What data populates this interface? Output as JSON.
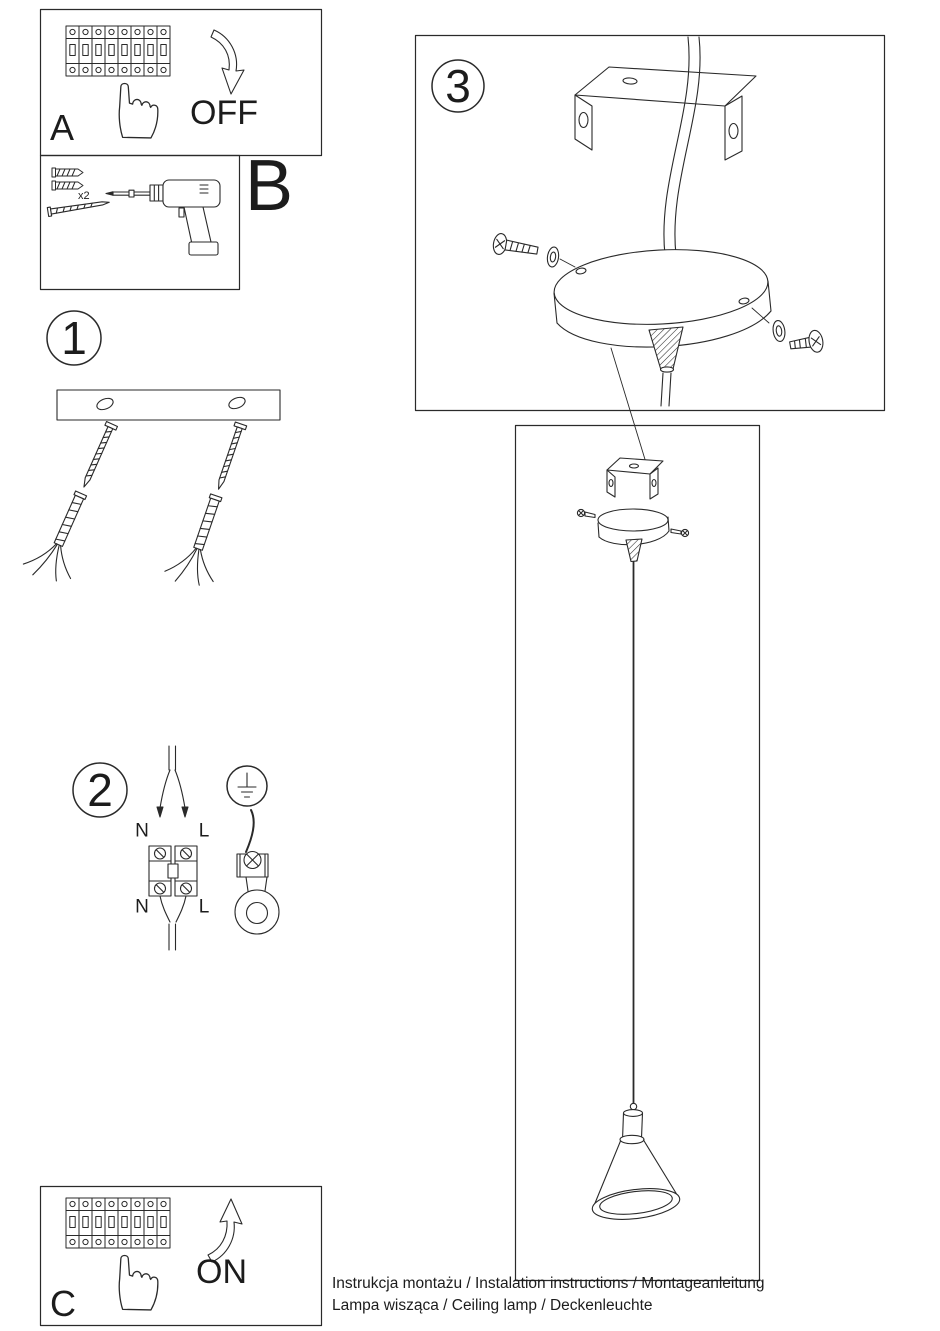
{
  "colors": {
    "background": "#ffffff",
    "line": "#2a2a2a"
  },
  "boxes": {
    "a": {
      "label": "A",
      "power_state": "OFF"
    },
    "b": {
      "label": "B",
      "anchor_count": "x2"
    },
    "c": {
      "label": "C",
      "power_state": "ON"
    }
  },
  "steps": {
    "step1": {
      "number": "1"
    },
    "step2": {
      "number": "2",
      "terminals": {
        "top_left": "N",
        "top_right": "L",
        "bottom_left": "N",
        "bottom_right": "L"
      }
    },
    "step3": {
      "number": "3"
    }
  },
  "footer": {
    "line1": "Instrukcja montażu / Instalation instructions / Montageanleitung",
    "line2": "Lampa wisząca / Ceiling lamp / Deckenleuchte"
  }
}
